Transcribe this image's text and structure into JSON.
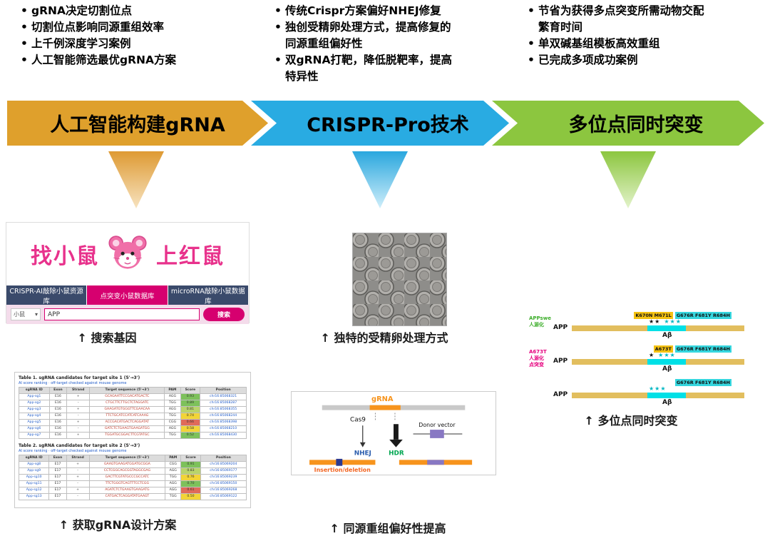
{
  "icons": {
    "chevron_down": "▾",
    "up_arrow": "↑"
  },
  "bullet_columns": [
    {
      "items": [
        "gRNA决定切割位点",
        "切割位点影响同源重组效率",
        "上千例深度学习案例",
        "人工智能筛选最优gRNA方案"
      ]
    },
    {
      "items": [
        "传统Crispr方案偏好NHEJ修复",
        "独创受精卵处理方式，提高修复的同源重组偏好性",
        "双gRNA打靶，降低脱靶率，提高特异性"
      ]
    },
    {
      "items": [
        "节省为获得多点突变所需动物交配繁育时间",
        "单双碱基组模板高效重组",
        "已完成多项成功案例"
      ]
    }
  ],
  "arrows": [
    {
      "label": "人工智能构建gRNA",
      "color": "#DFA02C"
    },
    {
      "label": "CRISPR-Pro技术",
      "color": "#29ABE2"
    },
    {
      "label": "多位点同时突变",
      "color": "#8CC63F"
    }
  ],
  "website": {
    "logo_left": "找小鼠",
    "logo_right": "上红鼠",
    "tabs": [
      {
        "label": "CRISPR-AI敲除小鼠资源库",
        "bg": "#3A4A6B",
        "active": false
      },
      {
        "label": "点突变小鼠数据库",
        "bg": "#D6006F",
        "active": true
      },
      {
        "label": "microRNA敲除小鼠数据库",
        "bg": "#3A4A6B",
        "active": false
      }
    ],
    "search": {
      "category": "小鼠",
      "query": "APP",
      "button": "搜索"
    }
  },
  "captions": {
    "search_gene": "↑ 搜索基因",
    "grna_plan": "↑ 获取gRNA设计方案",
    "egg": "↑ 独特的受精卵处理方式",
    "hdr": "↑ 同源重组偏好性提高",
    "multisite": "↑ 多位点同时突变"
  },
  "tables": [
    {
      "title": "Table 1. sgRNA candidates for target site 1 (5'→3')",
      "note": "AI score ranking · off-target checked against mouse genome",
      "headers": [
        "sgRNA ID",
        "Exon",
        "Strand",
        "Target sequence (5'→3')",
        "PAM",
        "Score",
        "Position"
      ],
      "rows": [
        {
          "cells": [
            {
              "t": "App-sg1",
              "c": "#1F5AC8"
            },
            {
              "t": "E16"
            },
            {
              "t": "+"
            },
            {
              "t": "GCAGAATTCCGACATGACTC",
              "c": "#C03A2B"
            },
            {
              "t": "AGG"
            },
            {
              "t": "0.93",
              "bg": "#7DC15B"
            },
            {
              "t": "chr16:85068321",
              "c": "#1F5AC8"
            }
          ]
        },
        {
          "cells": [
            {
              "t": "App-sg2",
              "c": "#1F5AC8"
            },
            {
              "t": "E16"
            },
            {
              "t": "-"
            },
            {
              "t": "CTGCTTCTTGCTCTAGGATC",
              "c": "#C03A2B"
            },
            {
              "t": "TGG"
            },
            {
              "t": "0.89",
              "bg": "#7DC15B"
            },
            {
              "t": "chr16:85068287",
              "c": "#1F5AC8"
            }
          ]
        },
        {
          "cells": [
            {
              "t": "App-sg3",
              "c": "#1F5AC8"
            },
            {
              "t": "E16"
            },
            {
              "t": "+"
            },
            {
              "t": "GAAGATGTGGGTTCGAACAA",
              "c": "#C03A2B"
            },
            {
              "t": "AGG"
            },
            {
              "t": "0.81",
              "bg": "#B9D46A"
            },
            {
              "t": "chr16:85068355",
              "c": "#1F5AC8"
            }
          ]
        },
        {
          "cells": [
            {
              "t": "App-sg4",
              "c": "#1F5AC8"
            },
            {
              "t": "E16"
            },
            {
              "t": "-"
            },
            {
              "t": "TTCTGCATCCATCATCAAAG",
              "c": "#C03A2B"
            },
            {
              "t": "TGG"
            },
            {
              "t": "0.74",
              "bg": "#F2D437"
            },
            {
              "t": "chr16:85068244",
              "c": "#1F5AC8"
            }
          ]
        },
        {
          "cells": [
            {
              "t": "App-sg5",
              "c": "#1F5AC8"
            },
            {
              "t": "E16"
            },
            {
              "t": "+"
            },
            {
              "t": "ACCGACATGACTCAGGATAT",
              "c": "#C03A2B"
            },
            {
              "t": "CGG"
            },
            {
              "t": "0.66",
              "bg": "#E06A5A"
            },
            {
              "t": "chr16:85068398",
              "c": "#1F5AC8"
            }
          ]
        },
        {
          "cells": [
            {
              "t": "App-sg6",
              "c": "#1F5AC8"
            },
            {
              "t": "E16"
            },
            {
              "t": "-"
            },
            {
              "t": "GATCTCTGAAGTGAAGATGG",
              "c": "#C03A2B"
            },
            {
              "t": "AGG"
            },
            {
              "t": "0.58",
              "bg": "#F2D437"
            },
            {
              "t": "chr16:85068210",
              "c": "#1F5AC8"
            }
          ]
        },
        {
          "cells": [
            {
              "t": "App-sg7",
              "c": "#1F5AC8"
            },
            {
              "t": "E16"
            },
            {
              "t": "+"
            },
            {
              "t": "TGGATGCGGACTTCGTATGC",
              "c": "#C03A2B"
            },
            {
              "t": "TGG"
            },
            {
              "t": "0.52",
              "bg": "#7DC15B"
            },
            {
              "t": "chr16:85068430",
              "c": "#1F5AC8"
            }
          ]
        }
      ]
    },
    {
      "title": "Table 2. sgRNA candidates for target site 2 (5'→3')",
      "note": "AI score ranking · off-target checked against mouse genome",
      "headers": [
        "sgRNA ID",
        "Exon",
        "Strand",
        "Target sequence (5'→3')",
        "PAM",
        "Score",
        "Position"
      ],
      "rows": [
        {
          "cells": [
            {
              "t": "App-sg8",
              "c": "#1F5AC8"
            },
            {
              "t": "E17"
            },
            {
              "t": "+"
            },
            {
              "t": "GAAGTGAAGATGGATGCGGA",
              "c": "#C03A2B"
            },
            {
              "t": "CGG"
            },
            {
              "t": "0.91",
              "bg": "#7DC15B"
            },
            {
              "t": "chr16:85069204",
              "c": "#1F5AC8"
            }
          ]
        },
        {
          "cells": [
            {
              "t": "App-sg9",
              "c": "#1F5AC8"
            },
            {
              "t": "E17"
            },
            {
              "t": "-"
            },
            {
              "t": "CCTCGGCAGCGGTAGGCGAG",
              "c": "#C03A2B"
            },
            {
              "t": "AGG"
            },
            {
              "t": "0.83",
              "bg": "#B9D46A"
            },
            {
              "t": "chr16:85069177",
              "c": "#1F5AC8"
            }
          ]
        },
        {
          "cells": [
            {
              "t": "App-sg10",
              "c": "#1F5AC8"
            },
            {
              "t": "E17"
            },
            {
              "t": "+"
            },
            {
              "t": "GACTTCGTATGCCCGCCATC",
              "c": "#C03A2B"
            },
            {
              "t": "TGG"
            },
            {
              "t": "0.76",
              "bg": "#F2D437"
            },
            {
              "t": "chr16:85069239",
              "c": "#1F5AC8"
            }
          ]
        },
        {
          "cells": [
            {
              "t": "App-sg11",
              "c": "#1F5AC8"
            },
            {
              "t": "E17"
            },
            {
              "t": "-"
            },
            {
              "t": "TTCTGGGTCAGTTTCCTCGG",
              "c": "#C03A2B"
            },
            {
              "t": "AGG"
            },
            {
              "t": "0.70",
              "bg": "#7DC15B"
            },
            {
              "t": "chr16:85069150",
              "c": "#1F5AC8"
            }
          ]
        },
        {
          "cells": [
            {
              "t": "App-sg12",
              "c": "#1F5AC8"
            },
            {
              "t": "E17"
            },
            {
              "t": "+"
            },
            {
              "t": "AGATCTCTGAAGTGAAGATG",
              "c": "#C03A2B"
            },
            {
              "t": "AGG"
            },
            {
              "t": "0.61",
              "bg": "#E06A5A"
            },
            {
              "t": "chr16:85069268",
              "c": "#1F5AC8"
            }
          ]
        },
        {
          "cells": [
            {
              "t": "App-sg13",
              "c": "#1F5AC8"
            },
            {
              "t": "E17"
            },
            {
              "t": "-"
            },
            {
              "t": "CATGACTCAGGATATGAAGT",
              "c": "#C03A2B"
            },
            {
              "t": "TGG"
            },
            {
              "t": "0.50",
              "bg": "#F2D437"
            },
            {
              "t": "chr16:85069122",
              "c": "#1F5AC8"
            }
          ]
        }
      ]
    }
  ],
  "diagram": {
    "grna_label": "gRNA",
    "cas9_label": "Cas9",
    "nhej_label": "NHEJ",
    "hdr_label": "HDR",
    "donor_label": "Donor vector",
    "indel_label": "Insertion/deletion"
  },
  "gene_rows": [
    {
      "side_lines": [
        "APPswe",
        "人源化"
      ],
      "side_color": "#3DAE2B",
      "chips": [
        {
          "t": "K670N M671L",
          "bg": "#F5C211"
        },
        {
          "t": "G676R F681Y R684H",
          "bg": "#35D6DE"
        }
      ],
      "stars": [
        {
          "t": "★★",
          "c": "#111111"
        },
        {
          "t": "★★★",
          "c": "#00B7C3"
        }
      ],
      "gene_label": "APP",
      "region_label": "Aβ"
    },
    {
      "side_lines": [
        "A673T",
        "人源化",
        "点突变"
      ],
      "side_color": "#E6007E",
      "chips": [
        {
          "t": "A673T",
          "bg": "#F5C211"
        },
        {
          "t": "G676R F681Y R684H",
          "bg": "#35D6DE"
        }
      ],
      "stars": [
        {
          "t": "★",
          "c": "#111111"
        },
        {
          "t": "★★★",
          "c": "#00B7C3"
        }
      ],
      "gene_label": "APP",
      "region_label": "Aβ"
    },
    {
      "side_lines": [],
      "side_color": "#333333",
      "chips": [
        {
          "t": "G676R F681Y R684H",
          "bg": "#35D6DE"
        }
      ],
      "stars": [
        {
          "t": "★★★",
          "c": "#00B7C3"
        }
      ],
      "gene_label": "APP",
      "region_label": "Aβ"
    }
  ]
}
